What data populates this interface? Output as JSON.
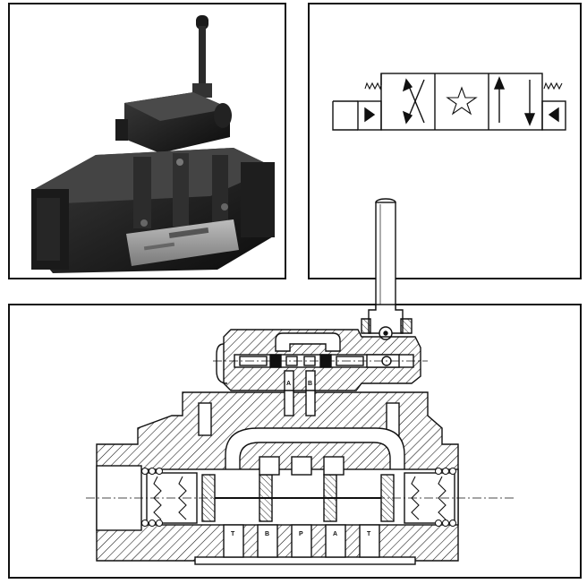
{
  "panels": {
    "photo": {
      "subject": "directional-control-valve-photo"
    },
    "symbol": {
      "subject": "hydraulic-symbol"
    },
    "section": {
      "subject": "valve-cross-section"
    }
  },
  "section_labels": {
    "pilot_a": "A",
    "pilot_b": "B",
    "port_t_left": "T",
    "port_b": "B",
    "port_p": "P",
    "port_a": "A",
    "port_t_right": "T"
  },
  "colors": {
    "line": "#111111",
    "background": "#ffffff"
  }
}
